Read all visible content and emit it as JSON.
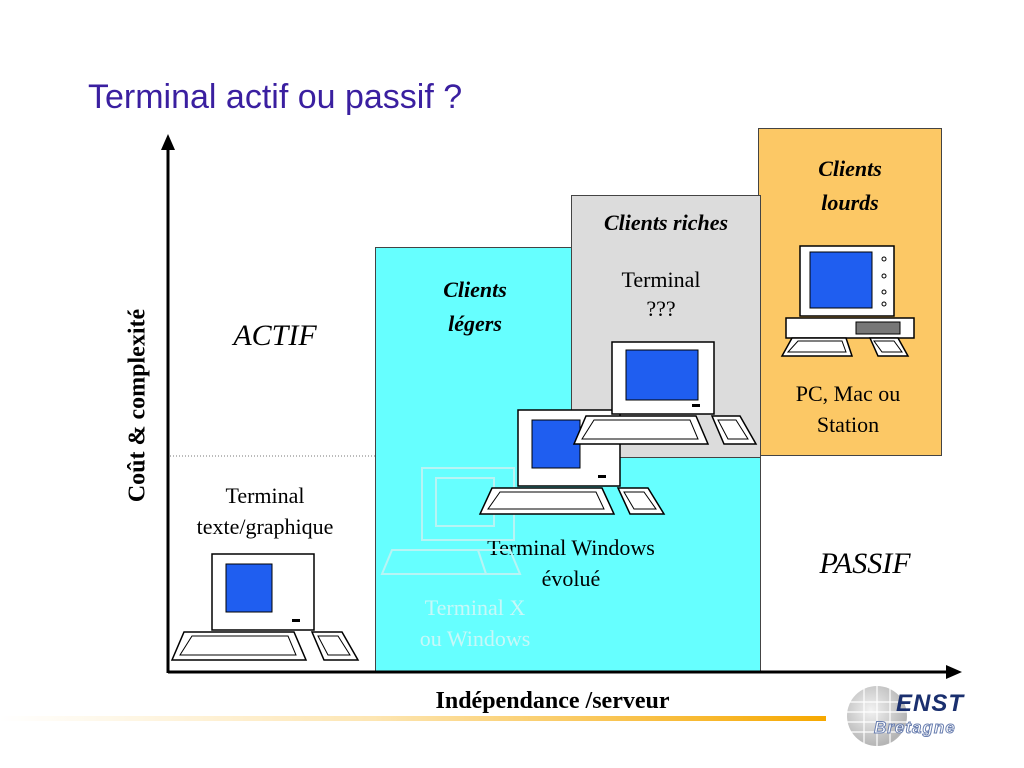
{
  "title": "Terminal actif ou passif ?",
  "axes": {
    "y_label": "Coût & complexité",
    "x_label": "Indépendance /serveur"
  },
  "zones": {
    "actif": "ACTIF",
    "passif": "PASSIF"
  },
  "categories": {
    "legers": {
      "line1": "Clients",
      "line2": "légers",
      "color": "#66ffff"
    },
    "riches": {
      "label": "Clients riches",
      "color": "#dcdcdc"
    },
    "lourds": {
      "line1": "Clients",
      "line2": "lourds",
      "color": "#fcc865"
    }
  },
  "items": {
    "terminal_texte": {
      "line1": "Terminal",
      "line2": "texte/graphique"
    },
    "terminal_x": {
      "line1": "Terminal X",
      "line2": "ou Windows"
    },
    "terminal_windows": {
      "line1": "Terminal Windows",
      "line2": "évolué"
    },
    "terminal_riche": {
      "line1": "Terminal",
      "line2": "???"
    },
    "pc_mac": {
      "line1": "PC, Mac ou",
      "line2": "Station"
    }
  },
  "logo": {
    "line1": "ENST",
    "line2": "Bretagne"
  },
  "colors": {
    "title": "#3a1fa0",
    "screen": "#1f5ef0",
    "footer": "#f6a800"
  }
}
